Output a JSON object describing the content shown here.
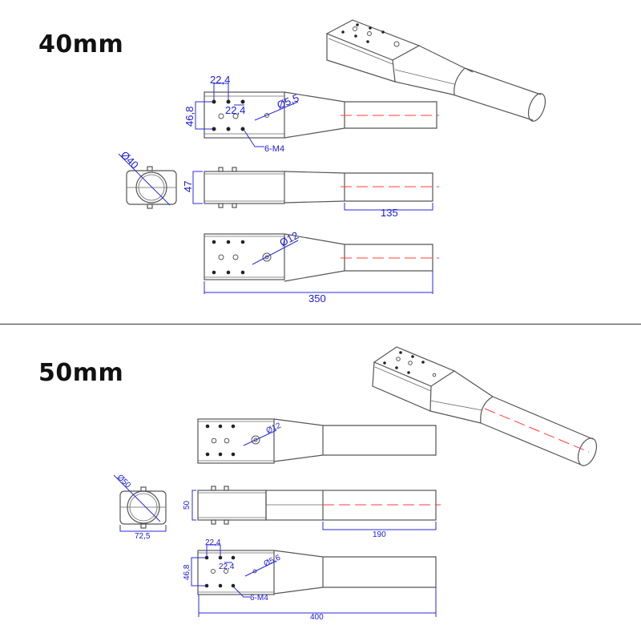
{
  "sections": [
    {
      "title": "40mm",
      "top_view_1": {
        "hole_spacing_x": "22,4",
        "hole_spacing_x2": "22,4",
        "hole_spacing_y": "46,8",
        "small_hole_diameter": "Ø5,5",
        "thread_callout": "6-M4"
      },
      "end_view": {
        "tube_diameter": "Ø40"
      },
      "side_view": {
        "height": "47",
        "tube_length": "135"
      },
      "top_view_2": {
        "bolt_diameter": "Ø12",
        "overall_length": "350"
      }
    },
    {
      "title": "50mm",
      "top_view_1": {
        "bolt_diameter": "Ø12"
      },
      "end_view": {
        "tube_diameter": "Ø50",
        "width": "72,5"
      },
      "side_view": {
        "height": "50",
        "tube_length": "190"
      },
      "top_view_2": {
        "hole_spacing_x": "22,4",
        "hole_spacing_x2": "22,4",
        "hole_spacing_y": "46,8",
        "small_hole_diameter": "Ø5,6",
        "thread_callout": "6-M4",
        "overall_length": "400"
      }
    }
  ],
  "colors": {
    "dimension": "#1a1ad6",
    "centerline": "#ff3b3b",
    "outline": "#555555",
    "divider": "#333333"
  }
}
